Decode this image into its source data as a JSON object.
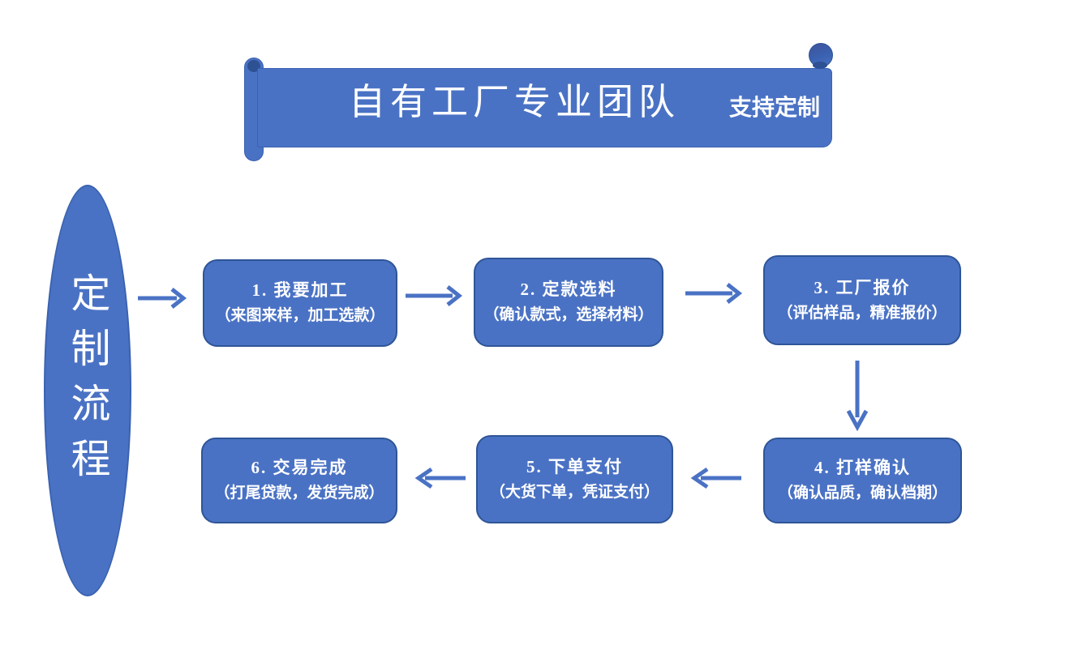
{
  "banner": {
    "title": "自有工厂专业团队",
    "subtitle": "支持定制"
  },
  "process_ellipse": {
    "label": "定制流程"
  },
  "flow": {
    "steps": [
      {
        "title": "1. 我要加工",
        "detail": "（来图来样，加工选款）"
      },
      {
        "title": "2. 定款选料",
        "detail": "（确认款式，选择材料）"
      },
      {
        "title": "3. 工厂报价",
        "detail": "（评估样品，精准报价）"
      },
      {
        "title": "4. 打样确认",
        "detail": "（确认品质，确认档期）"
      },
      {
        "title": "5. 下单支付",
        "detail": "（大货下单，凭证支付）"
      },
      {
        "title": "6. 交易完成",
        "detail": "（打尾贷款，发货完成）"
      }
    ],
    "connections": [
      {
        "from": "process-ellipse",
        "to": "step-1",
        "direction": "right"
      },
      {
        "from": "step-1",
        "to": "step-2",
        "direction": "right"
      },
      {
        "from": "step-2",
        "to": "step-3",
        "direction": "right"
      },
      {
        "from": "step-3",
        "to": "step-4",
        "direction": "down"
      },
      {
        "from": "step-4",
        "to": "step-5",
        "direction": "left"
      },
      {
        "from": "step-5",
        "to": "step-6",
        "direction": "left"
      }
    ]
  },
  "colors": {
    "shape_fill": "#4A72C4",
    "banner_border": "#3A62B0",
    "box_border": "#2E5597",
    "curl_dark": "#2D5193",
    "arrow": "#4A72C4",
    "text": "#FFFFFF",
    "background": "#FFFFFF"
  }
}
